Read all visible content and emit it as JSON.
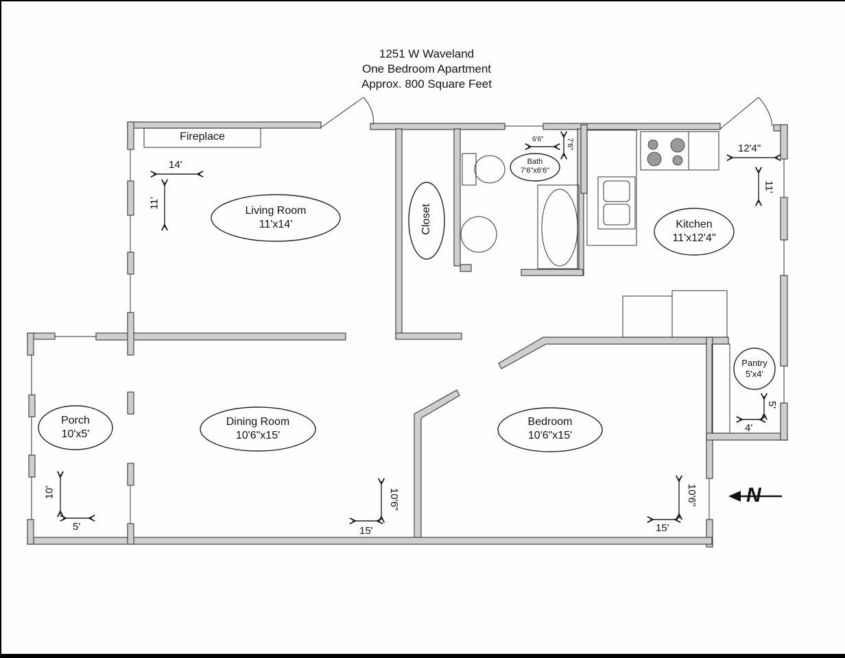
{
  "header": {
    "address": "1251 W Waveland",
    "unit_type": "One Bedroom Apartment",
    "area": "Approx. 800 Square Feet"
  },
  "rooms": [
    {
      "name": "Living Room",
      "size": "11'x14'",
      "dims": {
        "width": "14'",
        "height": "11'"
      }
    },
    {
      "name": "Closet"
    },
    {
      "name": "Bath",
      "size": "7'6\"x6'6\"",
      "dims": {
        "width": "6'6\"",
        "height": "7'6\""
      }
    },
    {
      "name": "Kitchen",
      "size": "11'x12'4\"",
      "dims": {
        "width": "12'4\"",
        "height": "11'"
      }
    },
    {
      "name": "Pantry",
      "size": "5'x4'",
      "dims": {
        "width": "4'",
        "height": "5'"
      }
    },
    {
      "name": "Porch",
      "size": "10'x5'",
      "dims": {
        "width": "5'",
        "height": "10'"
      }
    },
    {
      "name": "Dining Room",
      "size": "10'6\"x15'",
      "dims": {
        "width": "15'",
        "height": "10'6\""
      }
    },
    {
      "name": "Bedroom",
      "size": "10'6\"x15'",
      "dims": {
        "width": "15'",
        "height": "10'6\""
      }
    }
  ],
  "fixtures": {
    "fireplace": "Fireplace"
  },
  "compass": {
    "label": "N",
    "icon": "north-arrow-icon"
  },
  "colors": {
    "wall_fill": "#cfcfcf",
    "wall_stroke": "#444444",
    "line": "#222222",
    "paper": "#fefefe"
  }
}
